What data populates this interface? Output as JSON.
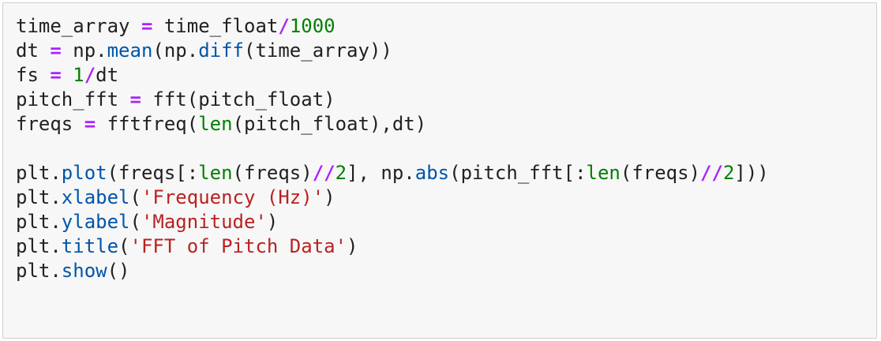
{
  "cell": {
    "lines": [
      [
        {
          "t": "time_array ",
          "k": "txt"
        },
        {
          "t": "=",
          "k": "op"
        },
        {
          "t": " time_float",
          "k": "txt"
        },
        {
          "t": "/",
          "k": "op"
        },
        {
          "t": "1000",
          "k": "num"
        }
      ],
      [
        {
          "t": "dt ",
          "k": "txt"
        },
        {
          "t": "=",
          "k": "op"
        },
        {
          "t": " np.",
          "k": "txt"
        },
        {
          "t": "mean",
          "k": "fn"
        },
        {
          "t": "(np.",
          "k": "txt"
        },
        {
          "t": "diff",
          "k": "fn"
        },
        {
          "t": "(time_array))",
          "k": "txt"
        }
      ],
      [
        {
          "t": "fs ",
          "k": "txt"
        },
        {
          "t": "=",
          "k": "op"
        },
        {
          "t": " ",
          "k": "txt"
        },
        {
          "t": "1",
          "k": "num"
        },
        {
          "t": "/",
          "k": "op"
        },
        {
          "t": "dt",
          "k": "txt"
        }
      ],
      [
        {
          "t": "pitch_fft ",
          "k": "txt"
        },
        {
          "t": "=",
          "k": "op"
        },
        {
          "t": " fft(pitch_float)",
          "k": "txt"
        }
      ],
      [
        {
          "t": "freqs ",
          "k": "txt"
        },
        {
          "t": "=",
          "k": "op"
        },
        {
          "t": " fftfreq(",
          "k": "txt"
        },
        {
          "t": "len",
          "k": "bi"
        },
        {
          "t": "(pitch_float),dt)",
          "k": "txt"
        }
      ],
      [],
      [
        {
          "t": "plt.",
          "k": "txt"
        },
        {
          "t": "plot",
          "k": "fn"
        },
        {
          "t": "(freqs[:",
          "k": "txt"
        },
        {
          "t": "len",
          "k": "bi"
        },
        {
          "t": "(freqs)",
          "k": "txt"
        },
        {
          "t": "//",
          "k": "op"
        },
        {
          "t": "2",
          "k": "num"
        },
        {
          "t": "], np.",
          "k": "txt"
        },
        {
          "t": "abs",
          "k": "fn"
        },
        {
          "t": "(pitch_fft[:",
          "k": "txt"
        },
        {
          "t": "len",
          "k": "bi"
        },
        {
          "t": "(freqs)",
          "k": "txt"
        },
        {
          "t": "//",
          "k": "op"
        },
        {
          "t": "2",
          "k": "num"
        },
        {
          "t": "]))",
          "k": "txt"
        }
      ],
      [
        {
          "t": "plt.",
          "k": "txt"
        },
        {
          "t": "xlabel",
          "k": "fn"
        },
        {
          "t": "(",
          "k": "txt"
        },
        {
          "t": "'Frequency (Hz)'",
          "k": "str"
        },
        {
          "t": ")",
          "k": "txt"
        }
      ],
      [
        {
          "t": "plt.",
          "k": "txt"
        },
        {
          "t": "ylabel",
          "k": "fn"
        },
        {
          "t": "(",
          "k": "txt"
        },
        {
          "t": "'Magnitude'",
          "k": "str"
        },
        {
          "t": ")",
          "k": "txt"
        }
      ],
      [
        {
          "t": "plt.",
          "k": "txt"
        },
        {
          "t": "title",
          "k": "fn"
        },
        {
          "t": "(",
          "k": "txt"
        },
        {
          "t": "'FFT of Pitch Data'",
          "k": "str"
        },
        {
          "t": ")",
          "k": "txt"
        }
      ],
      [
        {
          "t": "plt.",
          "k": "txt"
        },
        {
          "t": "show",
          "k": "fn"
        },
        {
          "t": "()",
          "k": "txt"
        }
      ]
    ]
  }
}
